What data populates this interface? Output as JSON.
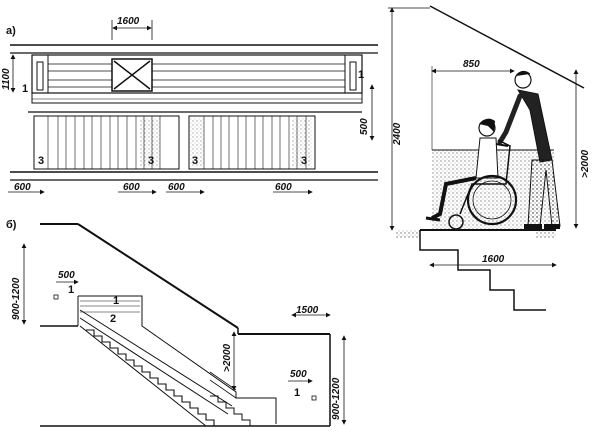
{
  "panel_a": {
    "tag": "а)",
    "dim_top": "1600",
    "dim_left": "1100",
    "dim_right": "500",
    "dims_bottom": [
      "600",
      "600",
      "600",
      "600"
    ],
    "mark_1": "1",
    "mark_3": "3"
  },
  "panel_b": {
    "tag": "б)",
    "dim_left_height": "900-1200",
    "dim_left_width": "500",
    "mark_1": "1",
    "mark_2": "2",
    "dim_landing": "1500",
    "dim_headroom": ">2000",
    "dim_right_width": "500",
    "dim_right_height": "900-1200"
  },
  "panel_c": {
    "dim_height": "2400",
    "dim_reach": "850",
    "dim_clear": ">2000",
    "dim_landing": "1600"
  }
}
